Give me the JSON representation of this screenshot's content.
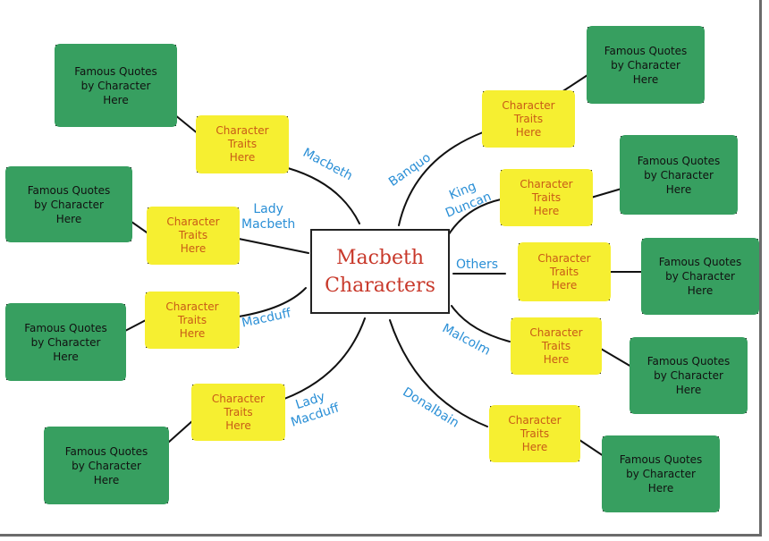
{
  "title": {
    "line1": "Macbeth",
    "line2": "Characters"
  },
  "trait_text": {
    "line1": "Character",
    "line2": "Traits",
    "line3": "Here"
  },
  "quote_text": {
    "line1": "Famous Quotes",
    "line2": "by Character",
    "line3": "Here"
  },
  "characters": {
    "macbeth": "Macbeth",
    "lady_macbeth": [
      "Lady",
      "Macbeth"
    ],
    "macduff": "Macduff",
    "lady_macduff": [
      "Lady",
      "Macduff"
    ],
    "banquo": "Banquo",
    "king_duncan": [
      "King",
      "Duncan"
    ],
    "others": "Others",
    "malcolm": "Malcolm",
    "donalbain": "Donalbain"
  },
  "colors": {
    "trait_fill": "#f2ec2a",
    "trait_text": "#c85a17",
    "quote_fill": "#2f9a5a",
    "label_text": "#2a8fd6",
    "title_text": "#c8382a"
  }
}
